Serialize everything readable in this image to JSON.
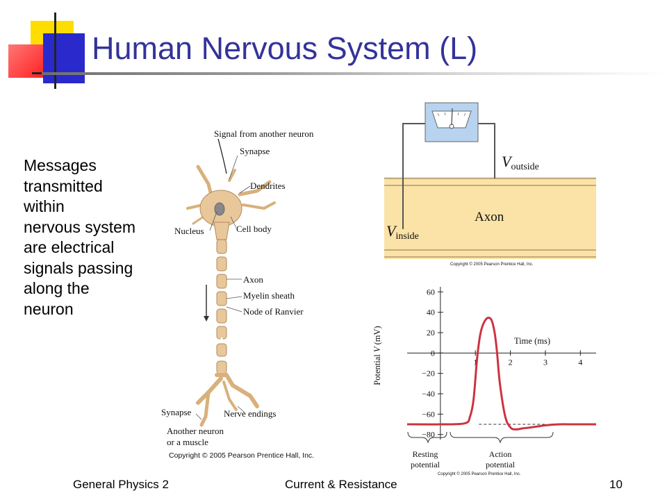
{
  "slide": {
    "title": "Human Nervous System (L)",
    "body_lines": [
      "Messages",
      "transmitted",
      "within",
      "nervous system",
      "are electrical",
      "signals passing",
      "along the",
      "neuron"
    ]
  },
  "neuron_figure": {
    "labels": {
      "signal": "Signal from another neuron",
      "synapse_top": "Synapse",
      "dendrites": "Dendrites",
      "nucleus": "Nucleus",
      "cell_body": "Cell body",
      "axon": "Axon",
      "myelin": "Myelin sheath",
      "node": "Node of Ranvier",
      "synapse_bottom": "Synapse",
      "nerve_endings": "Nerve endings",
      "another_line1": "Another neuron",
      "another_line2": "or a muscle"
    },
    "copyright": "Copyright © 2005 Pearson Prentice Hall, Inc."
  },
  "axon_figure": {
    "v_outside_main": "V",
    "v_outside_sub": "outside",
    "v_inside_main": "V",
    "v_inside_sub": "inside",
    "axon_label": "Axon",
    "copyright": "Copyright © 2005 Pearson Prentice Hall, Inc.",
    "colors": {
      "meter": "#b7d3ef",
      "axon": "#fbe2a6"
    }
  },
  "chart_data": {
    "type": "line",
    "xlabel": "Time (ms)",
    "ylabel_main": "Potential ",
    "ylabel_var": "V",
    "ylabel_unit": " (mV)",
    "x_ticks": [
      1,
      2,
      3,
      4
    ],
    "y_ticks": [
      60,
      40,
      20,
      0,
      -20,
      -40,
      -60,
      -80
    ],
    "y_tick_labels": [
      "60",
      "40",
      "20",
      "0",
      "−20",
      "−40",
      "−60",
      "−80"
    ],
    "xlim": [
      -0.95,
      4.45
    ],
    "ylim": [
      -85,
      65
    ],
    "series": [
      {
        "x": [
          -0.95,
          0,
          0.7,
          0.85,
          0.95,
          1.05,
          1.15,
          1.3,
          1.45,
          1.55,
          1.62,
          1.7,
          1.85,
          2.0,
          2.15,
          2.35,
          2.6,
          3.0,
          3.4,
          3.8,
          4.45
        ],
        "y": [
          -70,
          -70,
          -69,
          -62,
          -45,
          -5,
          20,
          33,
          33,
          20,
          0,
          -30,
          -62,
          -73,
          -75,
          -74,
          -73,
          -71,
          -70,
          -70,
          -70
        ]
      }
    ],
    "resting_level": -70,
    "color": "#cc3340",
    "brace_labels": {
      "resting_1": "Resting",
      "resting_2": "potential",
      "action_1": "Action",
      "action_2": "potential"
    },
    "copyright": "Copyright © 2005 Pearson Prentice Hall, Inc."
  },
  "footer": {
    "left": "General Physics 2",
    "center": "Current & Resistance",
    "page": "10"
  }
}
